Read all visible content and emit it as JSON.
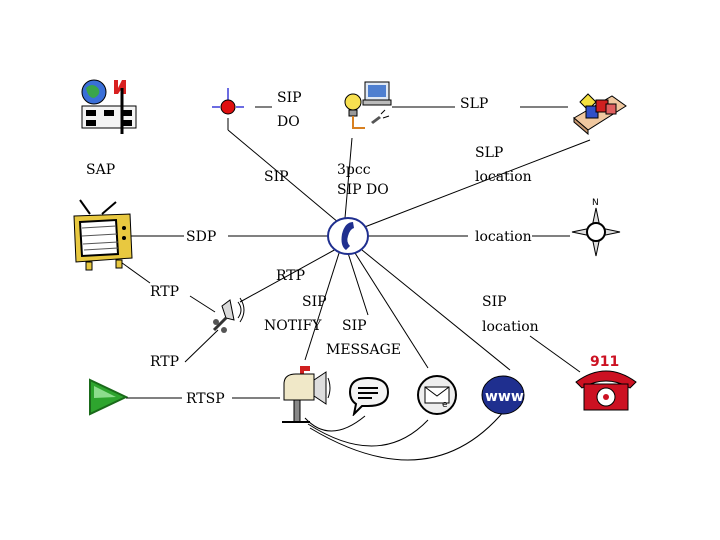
{
  "labels": {
    "sip_do_a": "SIP",
    "sip_do_b": "DO",
    "slp_top": "SLP",
    "slp_mid": "SLP",
    "sap": "SAP",
    "sip_left": "SIP",
    "pcc_a": "3pcc",
    "pcc_b": "SIP DO",
    "location_a": "location",
    "sdp": "SDP",
    "location_b": "location",
    "rtp_left": "RTP",
    "rtp_mid": "RTP",
    "sip_notify_a": "SIP",
    "sip_notify_b": "NOTIFY",
    "sip_message_a": "SIP",
    "sip_message_b": "MESSAGE",
    "sip_right": "SIP",
    "location_c": "location",
    "rtp_low": "RTP",
    "rtsp": "RTSP"
  },
  "icons": {
    "emergency_badge": "911",
    "email_badge": "e"
  },
  "colors": {
    "line": "#000000",
    "phone_blue": "#1f2f8f",
    "play_green": "#2ea52e",
    "alarm_red": "#cc1122",
    "tv_yellow": "#e8c840"
  }
}
